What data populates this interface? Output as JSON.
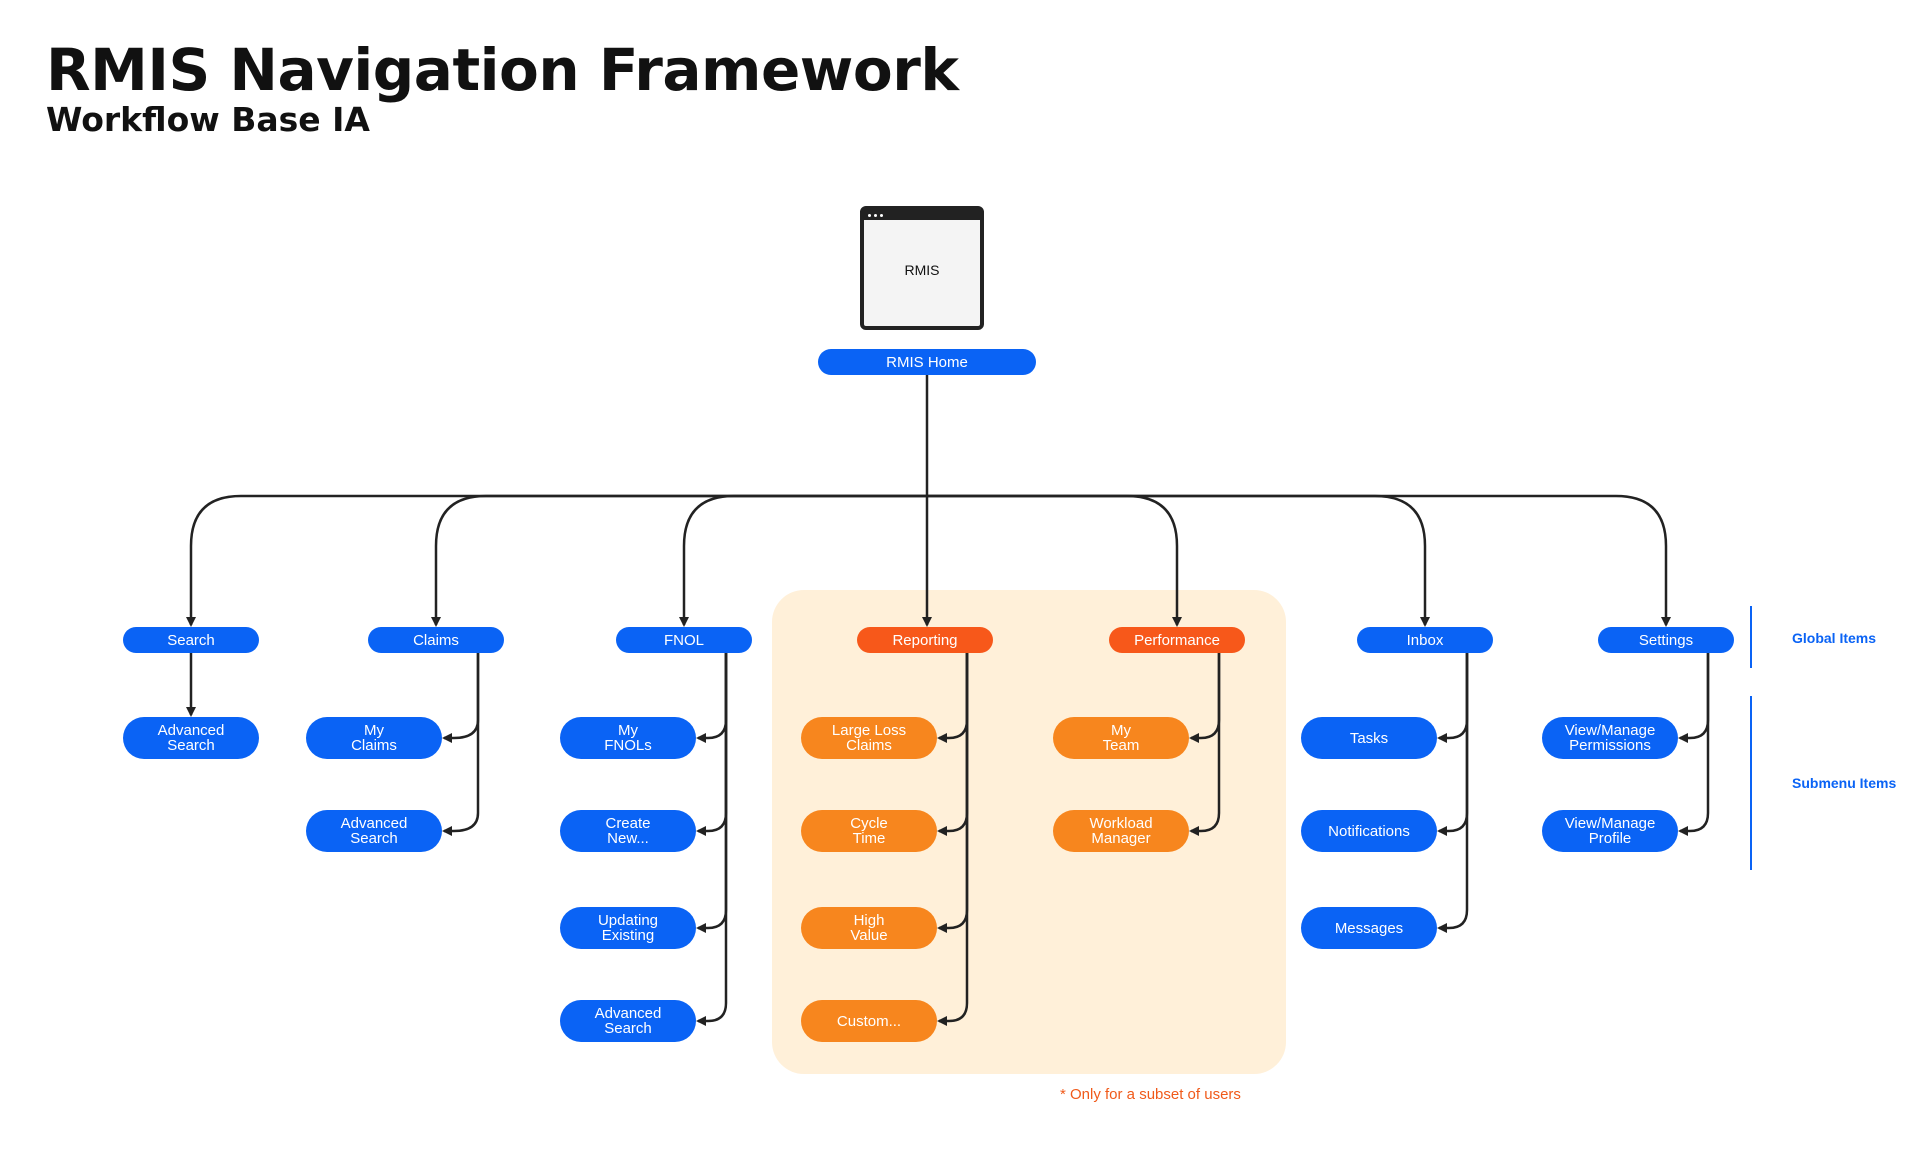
{
  "header": {
    "title": "RMIS Navigation Framework",
    "subtitle": "Workflow Base IA"
  },
  "app_window": {
    "label": "RMIS",
    "icon": "browser-window-icon"
  },
  "root": {
    "label": "RMIS Home"
  },
  "colors": {
    "global": "#0a63f5",
    "restricted_global": "#f7581a",
    "restricted_sub": "#f7861e",
    "restricted_area": "#fff0d9",
    "note": "#f05a1a"
  },
  "columns": [
    {
      "label": "Search",
      "restricted": false,
      "items": [
        "Advanced\nSearch"
      ]
    },
    {
      "label": "Claims",
      "restricted": false,
      "items": [
        "My\nClaims",
        "Advanced\nSearch"
      ]
    },
    {
      "label": "FNOL",
      "restricted": false,
      "items": [
        "My\nFNOLs",
        "Create\nNew...",
        "Updating\nExisting",
        "Advanced\nSearch"
      ]
    },
    {
      "label": "Reporting",
      "restricted": true,
      "items": [
        "Large Loss\nClaims",
        "Cycle\nTime",
        "High\nValue",
        "Custom..."
      ]
    },
    {
      "label": "Performance",
      "restricted": true,
      "items": [
        "My\nTeam",
        "Workload\nManager"
      ]
    },
    {
      "label": "Inbox",
      "restricted": false,
      "items": [
        "Tasks",
        "Notifications",
        "Messages"
      ]
    },
    {
      "label": "Settings",
      "restricted": false,
      "items": [
        "View/Manage\nPermissions",
        "View/Manage\nProfile"
      ]
    }
  ],
  "legend": {
    "global": "Global Items",
    "submenu": "Submenu Items"
  },
  "note": "* Only for a subset of users"
}
